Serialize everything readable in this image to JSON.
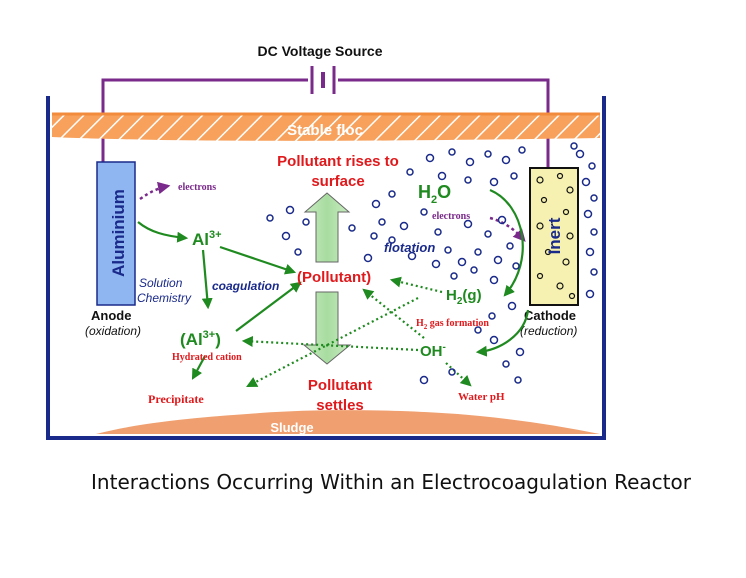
{
  "diagram": {
    "power": {
      "label": "DC Voltage Source"
    },
    "floc": {
      "label": "Stable floc"
    },
    "sludge": {
      "label": "Sludge"
    },
    "anode": {
      "electrode_label": "Aluminium",
      "name": "Anode",
      "role": "(oxidation)",
      "electrons": "electrons"
    },
    "cathode": {
      "electrode_label": "Inert",
      "name": "Cathode",
      "role": "(reduction)",
      "electrons": "electrons"
    },
    "species": {
      "al3": {
        "base": "Al",
        "sup": "3+"
      },
      "al3_hydrated": {
        "open": "(Al",
        "sup": "3+",
        "close": ")"
      },
      "hydrated_cation": "Hydrated cation",
      "precipitate": "Precipitate",
      "pollutant": "(Pollutant)",
      "h2o": {
        "base": "H",
        "sub": "2",
        "tail": "O"
      },
      "h2g": {
        "base": "H",
        "sub": "2",
        "tail": "(g)"
      },
      "h2_gas_formation": {
        "base": "H",
        "sub": "2",
        "tail": " gas formation"
      },
      "oh": {
        "base": "OH",
        "sup": "-"
      },
      "water_ph": "Water pH"
    },
    "process_labels": {
      "solution_chemistry_1": "Solution",
      "solution_chemistry_2": "Chemistry",
      "coagulation": "coagulation",
      "flotation": "flotation",
      "rises_1": "Pollutant rises to",
      "rises_2": "surface",
      "settles_1": "Pollutant",
      "settles_2": "settles"
    },
    "colors": {
      "red": "#e0191c",
      "green": "#1f8a1f",
      "navy": "#1a2a8a",
      "purple": "#7a2a8a",
      "anode_fill": "#8fb6f0",
      "cathode_fill": "#f6f1b0",
      "floc": "#f28b3c",
      "sludge": "#f0a070"
    }
  },
  "caption": "Interactions Occurring Within an Electrocoagulation Reactor"
}
